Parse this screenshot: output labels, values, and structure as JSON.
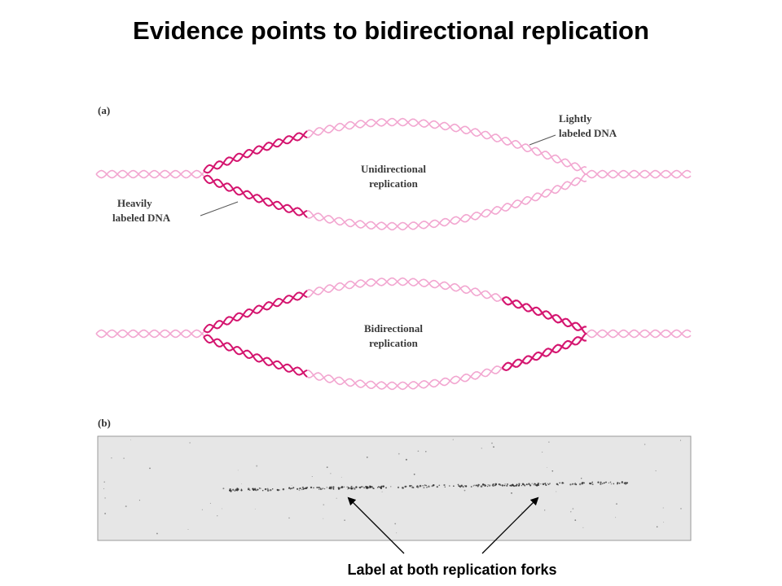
{
  "title": "Evidence points to bidirectional replication",
  "panel_a": {
    "label": "(a)",
    "lightly_label_line1": "Lightly",
    "lightly_label_line2": "labeled DNA",
    "heavily_label_line1": "Heavily",
    "heavily_label_line2": "labeled DNA",
    "uni_line1": "Unidirectional",
    "uni_line2": "replication",
    "bi_line1": "Bidirectional",
    "bi_line2": "replication"
  },
  "panel_b": {
    "label": "(b)"
  },
  "caption": "Label at both replication forks",
  "colors": {
    "light_dna": "#f2a6d0",
    "heavy_dna": "#d4146e",
    "micrograph_bg": "#e6e6e6",
    "micrograph_grain": "#2a2a2a",
    "text": "#000000"
  }
}
